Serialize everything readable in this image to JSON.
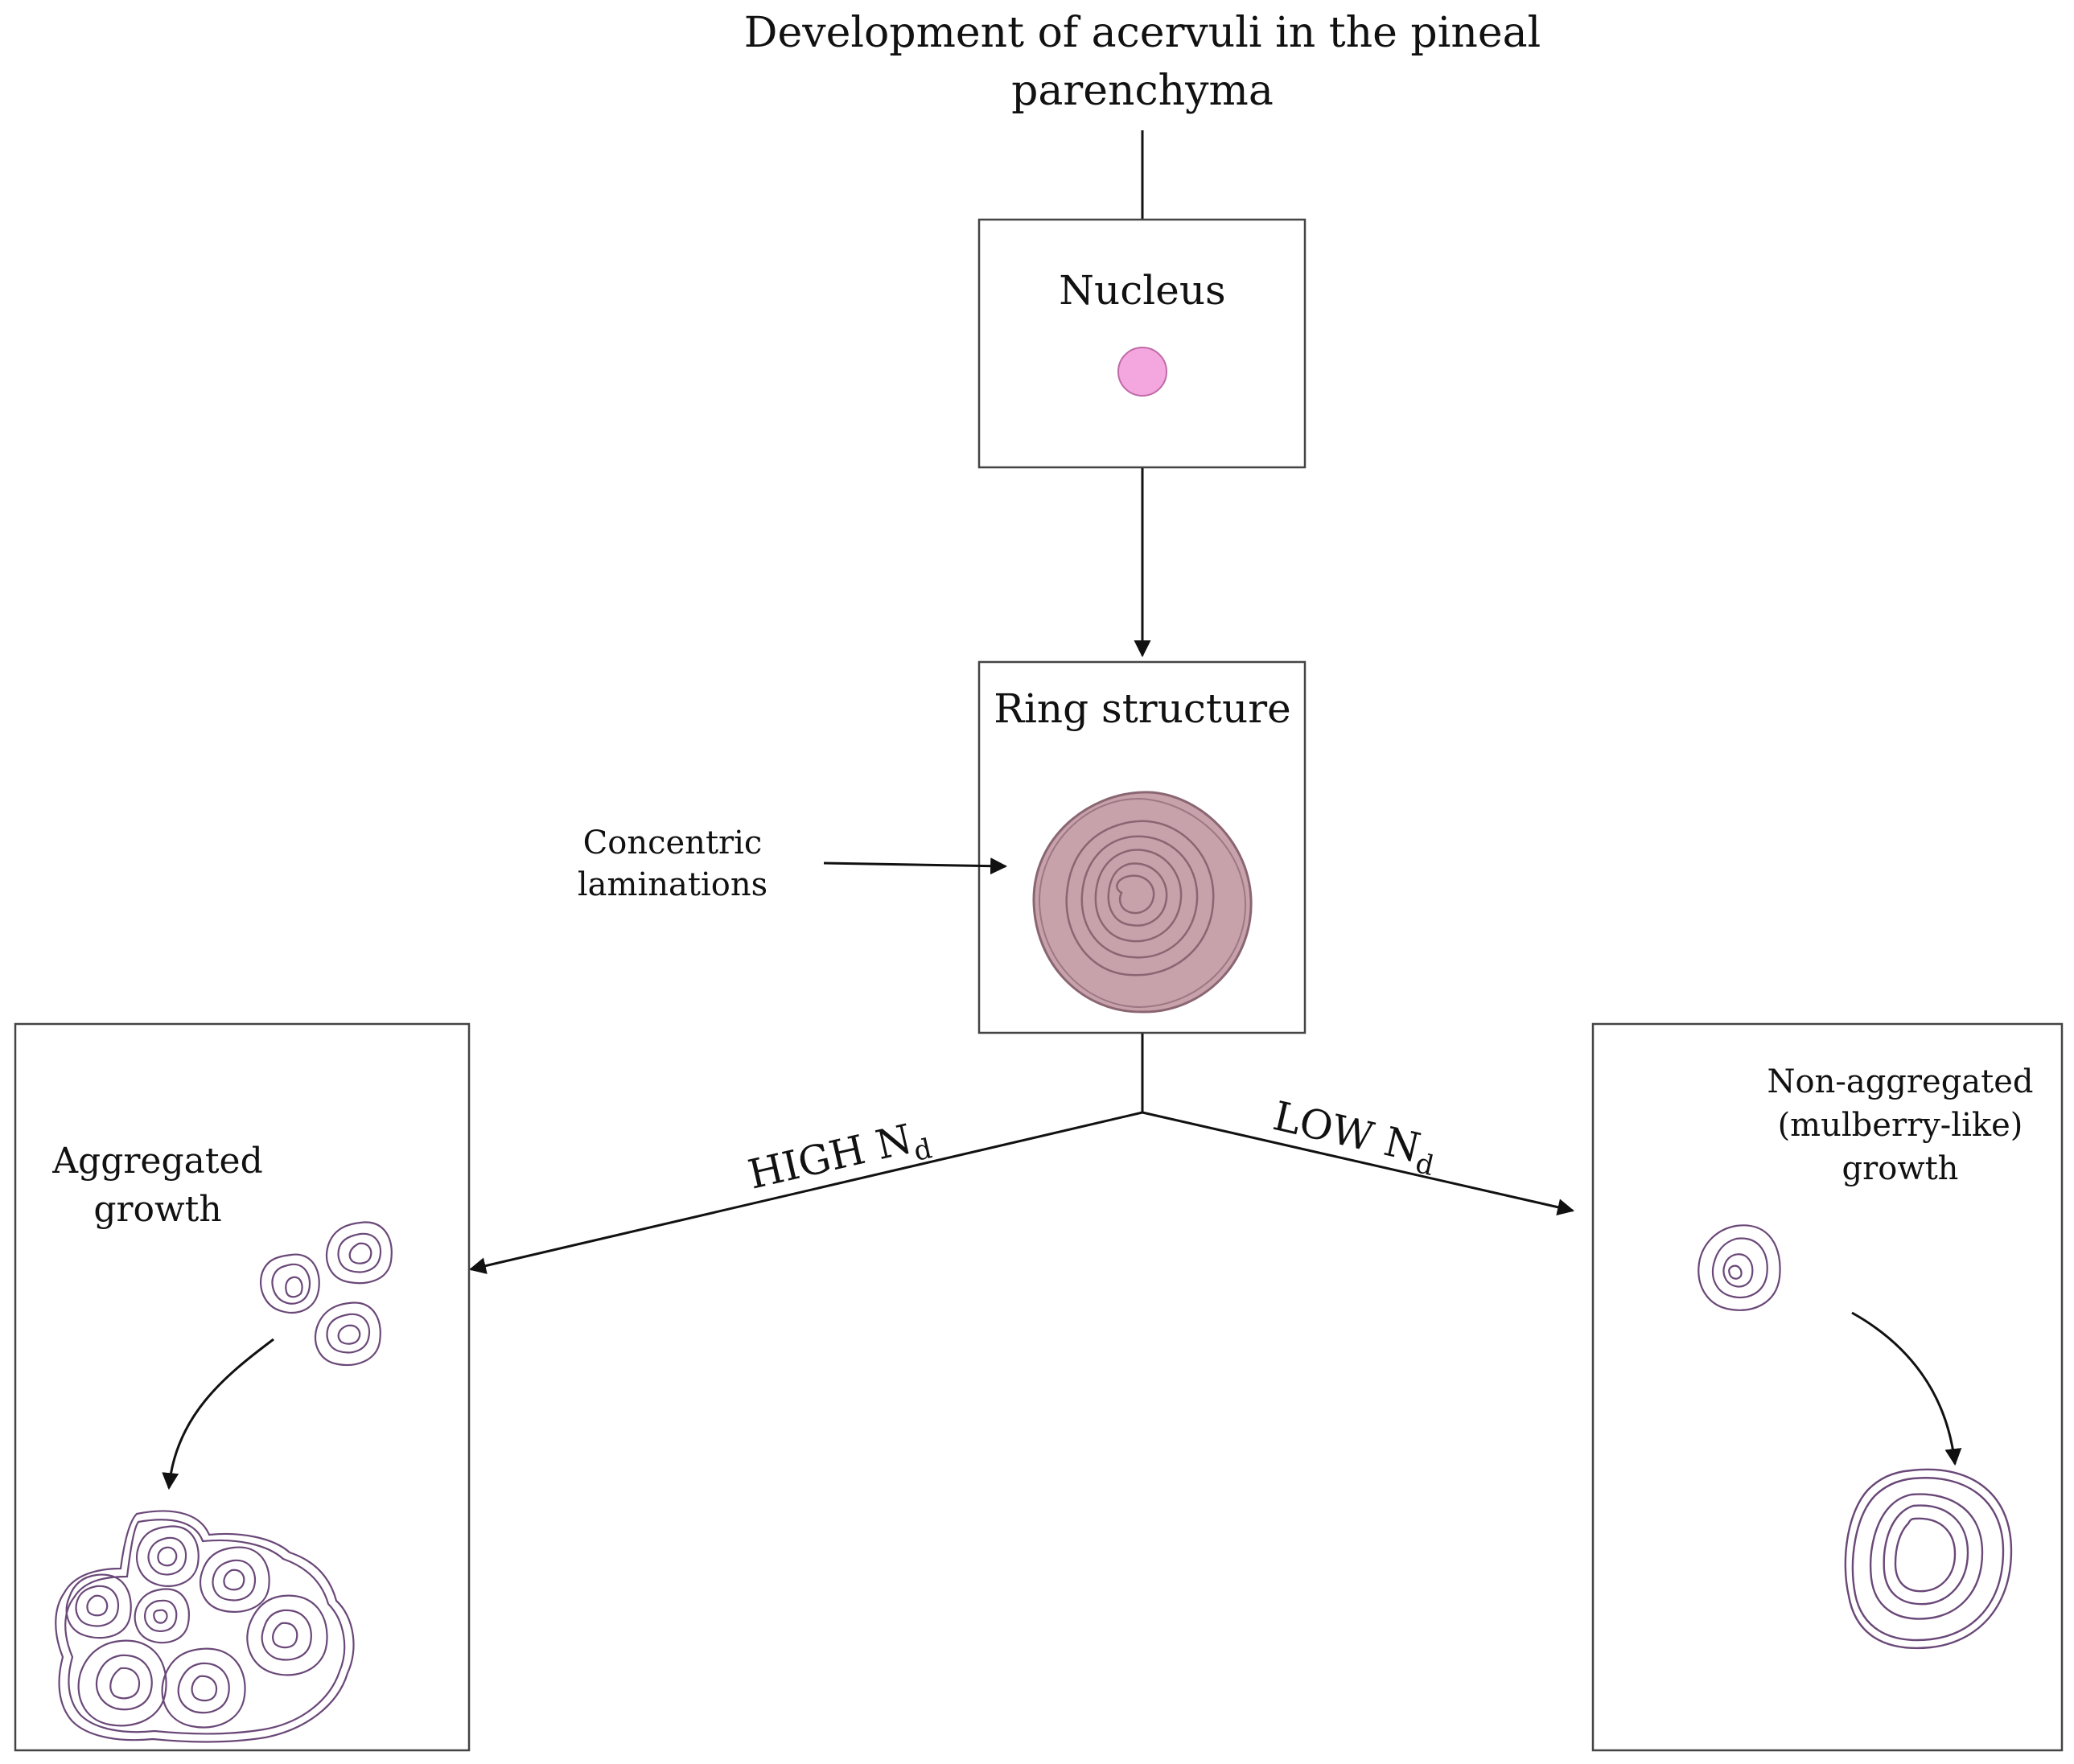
{
  "title": {
    "line1": "Development of acervuli in the pineal",
    "line2": "parenchyma"
  },
  "nodes": {
    "nucleus": {
      "label": "Nucleus"
    },
    "ring": {
      "label": "Ring structure"
    },
    "aggregated": {
      "label_line1": "Aggregated",
      "label_line2": "growth"
    },
    "non_aggregated": {
      "label_line1": "Non-aggregated",
      "label_line2": "(mulberry-like)",
      "label_line3": "growth"
    }
  },
  "annotations": {
    "concentric": {
      "line1": "Concentric",
      "line2": "laminations"
    }
  },
  "edges": {
    "high": {
      "label_main": "HIGH N",
      "label_sub": "d"
    },
    "low": {
      "label_main": "LOW N",
      "label_sub": "d"
    }
  },
  "colors": {
    "line": "#111111",
    "box_border": "#444444",
    "nucleus_fill": "#f4a6de",
    "nucleus_stroke": "#c06aa8",
    "ring_fill": "#c8a2ab",
    "ring_stroke": "#8a6673",
    "growth_stroke": "#6a4878"
  }
}
